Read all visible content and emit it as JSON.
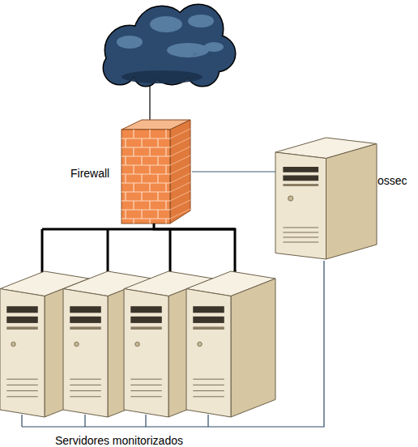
{
  "diagram": {
    "nodes": [
      {
        "text": [
          "Firewall"
        ]
      },
      {
        "text": [
          "ossec"
        ]
      },
      {
        "text": [
          "Servidores monitorizados"
        ]
      }
    ],
    "edges": [
      {
        "from": 0,
        "to": 1,
        "arrow": "none"
      },
      {
        "from": 0,
        "to": 2,
        "arrow": "none"
      },
      {
        "from": 1,
        "to": 2,
        "arrow": "none"
      }
    ]
  }
}
